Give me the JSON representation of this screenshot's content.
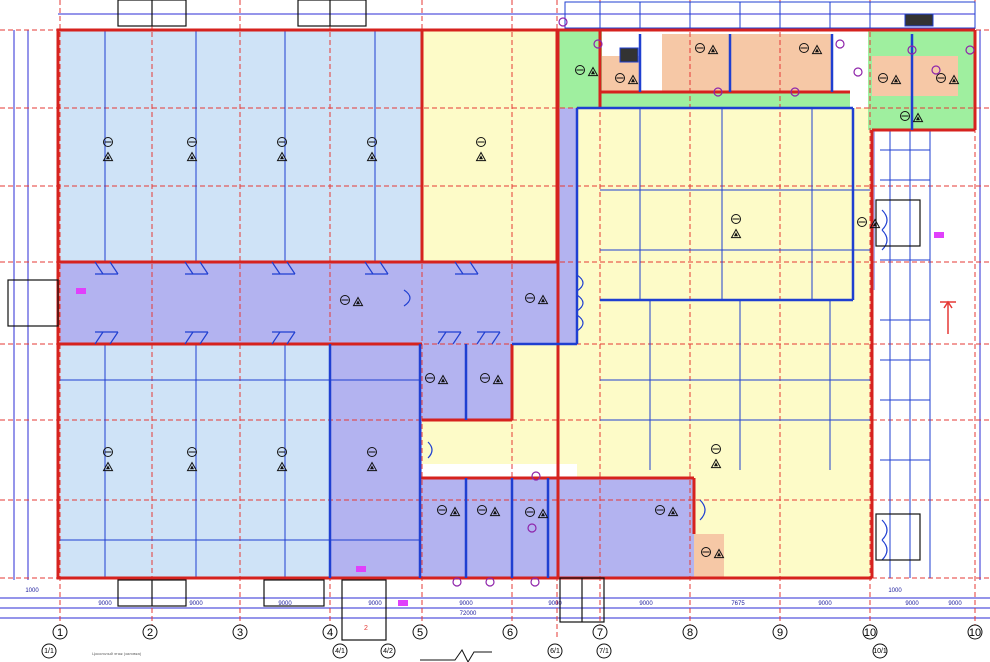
{
  "colors": {
    "warehouse_blue": "#cfe3f7",
    "corridor_purple": "#b3b3f0",
    "yellow_zone": "#fdfbc8",
    "green_zone": "#9fef9f",
    "orange_zone": "#f6c8a6",
    "wall_red": "#d6221e",
    "wall_blue": "#1f3fd1",
    "grid_red": "#e53935",
    "door_magenta": "#e040fb"
  },
  "axes": {
    "columns": [
      "1",
      "2",
      "3",
      "4",
      "5",
      "6",
      "7",
      "8",
      "9",
      "10",
      "10"
    ],
    "sub_columns": [
      "1/1",
      "4/1",
      "4/2",
      "6/1",
      "7/1",
      "10/1"
    ]
  },
  "dimensions": {
    "top_row": [
      "9000",
      "9000",
      "9000",
      "9000",
      "9000",
      "9000",
      "9000",
      "7675",
      "9000",
      "9000",
      "9000"
    ],
    "side_left": "1000",
    "side_right": "1000",
    "overall": "72000"
  },
  "notes": {
    "footer": "Цокольный этаж (заливка)",
    "stair_mark": "2",
    "north_mark": "Т"
  },
  "symbols": {
    "sensor": "theta-circle-icon",
    "alarm": "triangle-icon"
  }
}
